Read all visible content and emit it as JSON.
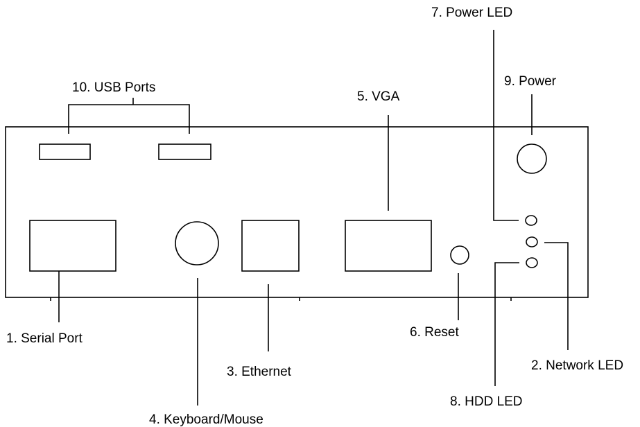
{
  "labels": {
    "serial_port": "1. Serial Port",
    "network_led": "2. Network LED",
    "ethernet": "3. Ethernet",
    "keyboard_mouse": "4. Keyboard/Mouse",
    "vga": "5. VGA",
    "reset": "6. Reset",
    "power_led": "7. Power LED",
    "hdd_led": "8. HDD LED",
    "power": "9. Power",
    "usb_ports": "10. USB Ports"
  },
  "colors": {
    "line": "#000000",
    "background": "#ffffff"
  }
}
